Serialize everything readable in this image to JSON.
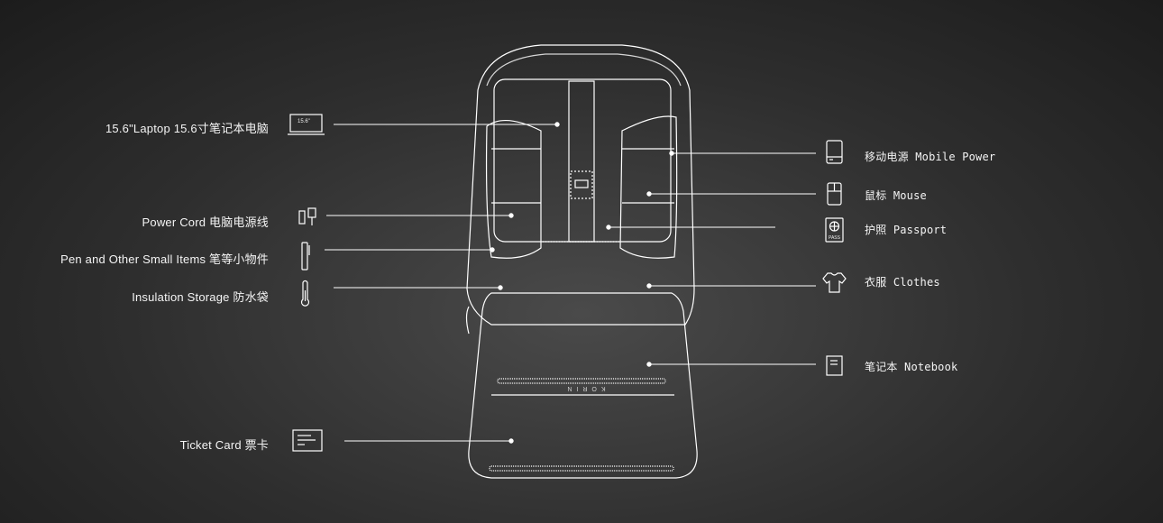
{
  "brand": "KORIN",
  "laptop_size_tag": "15.6\"",
  "passport_tag": "PASS",
  "left_items": [
    {
      "label": "15.6\"Laptop 15.6寸笔记本电脑",
      "icon": "laptop-icon"
    },
    {
      "label": "Power Cord 电脑电源线",
      "icon": "power-cord-icon"
    },
    {
      "label": "Pen and Other Small Items 笔等小物件",
      "icon": "pen-icon"
    },
    {
      "label": "Insulation Storage 防水袋",
      "icon": "thermometer-icon"
    },
    {
      "label": "Ticket Card 票卡",
      "icon": "ticket-card-icon"
    }
  ],
  "right_items": [
    {
      "label": "移动电源 Mobile Power",
      "icon": "power-bank-icon"
    },
    {
      "label": "鼠标 Mouse",
      "icon": "mouse-icon"
    },
    {
      "label": "护照 Passport",
      "icon": "passport-icon"
    },
    {
      "label": "衣服 Clothes",
      "icon": "tshirt-icon"
    },
    {
      "label": "笔记本 Notebook",
      "icon": "notebook-icon"
    }
  ],
  "colors": {
    "line": "#ffffff",
    "background": "#2e2e2e"
  }
}
